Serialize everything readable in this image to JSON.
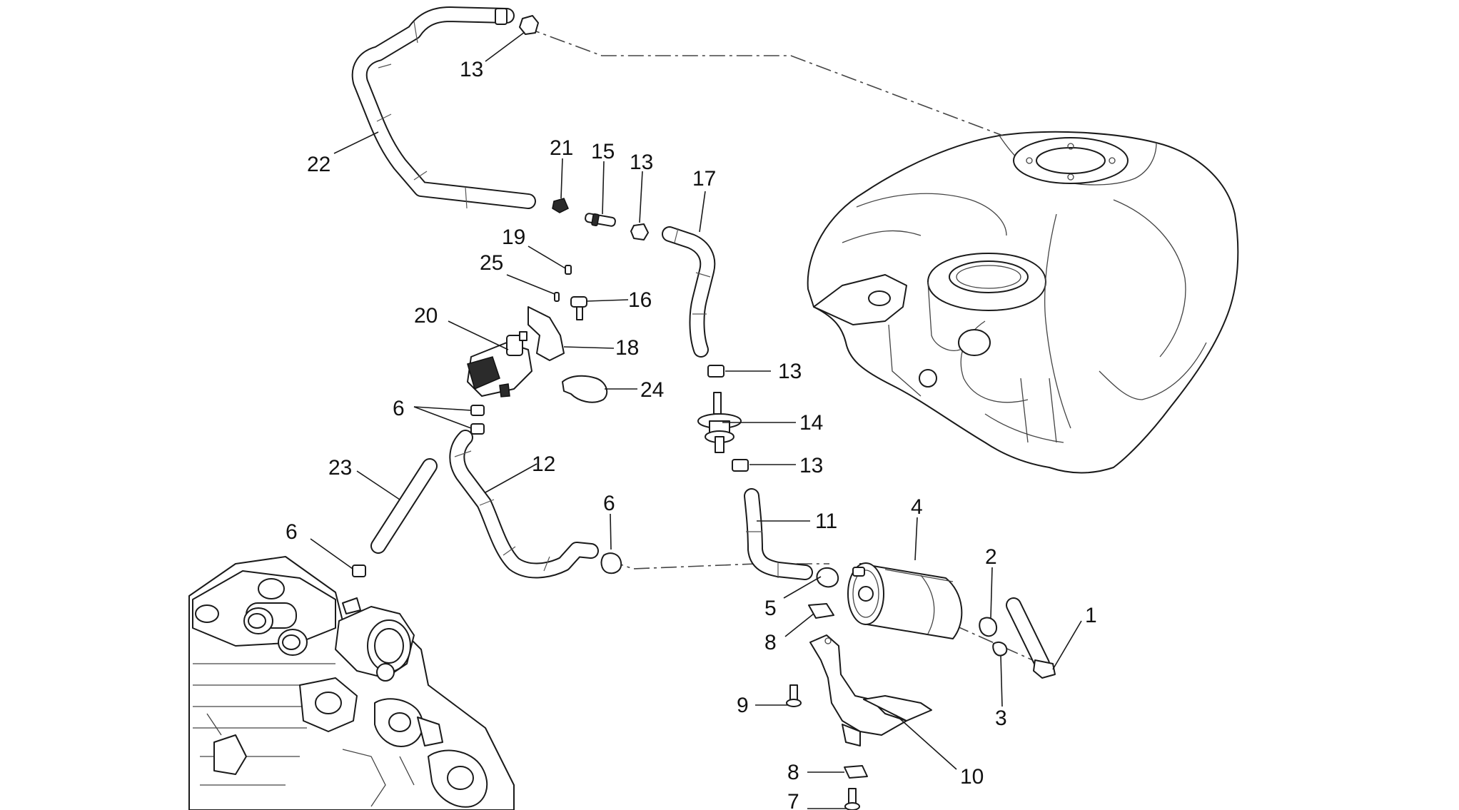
{
  "diagram": {
    "callouts": [
      {
        "id": "c13a",
        "label": "13"
      },
      {
        "id": "c22",
        "label": "22"
      },
      {
        "id": "c21",
        "label": "21"
      },
      {
        "id": "c15",
        "label": "15"
      },
      {
        "id": "c13b",
        "label": "13"
      },
      {
        "id": "c17",
        "label": "17"
      },
      {
        "id": "c19",
        "label": "19"
      },
      {
        "id": "c25",
        "label": "25"
      },
      {
        "id": "c16",
        "label": "16"
      },
      {
        "id": "c20",
        "label": "20"
      },
      {
        "id": "c18",
        "label": "18"
      },
      {
        "id": "c13c",
        "label": "13"
      },
      {
        "id": "c24",
        "label": "24"
      },
      {
        "id": "c6a",
        "label": "6"
      },
      {
        "id": "c14",
        "label": "14"
      },
      {
        "id": "c13d",
        "label": "13"
      },
      {
        "id": "c12",
        "label": "12"
      },
      {
        "id": "c23",
        "label": "23"
      },
      {
        "id": "c11",
        "label": "11"
      },
      {
        "id": "c6b",
        "label": "6"
      },
      {
        "id": "c6c",
        "label": "6"
      },
      {
        "id": "c4",
        "label": "4"
      },
      {
        "id": "c2",
        "label": "2"
      },
      {
        "id": "c1",
        "label": "1"
      },
      {
        "id": "c5",
        "label": "5"
      },
      {
        "id": "c8a",
        "label": "8"
      },
      {
        "id": "c3",
        "label": "3"
      },
      {
        "id": "c9",
        "label": "9"
      },
      {
        "id": "c10",
        "label": "10"
      },
      {
        "id": "c8b",
        "label": "8"
      },
      {
        "id": "c7",
        "label": "7"
      }
    ]
  }
}
